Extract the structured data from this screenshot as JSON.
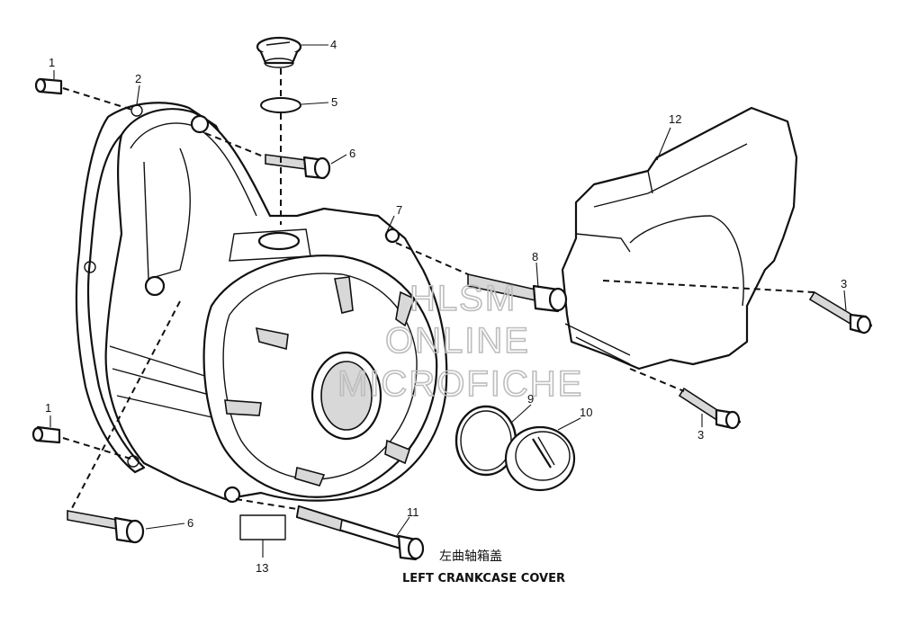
{
  "callouts": {
    "c1_top": "1",
    "c2": "2",
    "c4": "4",
    "c5": "5",
    "c6_top": "6",
    "c7": "7",
    "c8": "8",
    "c12": "12",
    "c3_right": "3",
    "c9": "9",
    "c10": "10",
    "c3_lower": "3",
    "c1_bottom": "1",
    "c6_bottom": "6",
    "c11": "11",
    "c13": "13"
  },
  "watermark": [
    "HLSM",
    "ONLINE",
    "MICROFICHE"
  ],
  "caption": {
    "chinese": "左曲轴箱盖",
    "english": "LEFT CRANKCASE COVER"
  }
}
